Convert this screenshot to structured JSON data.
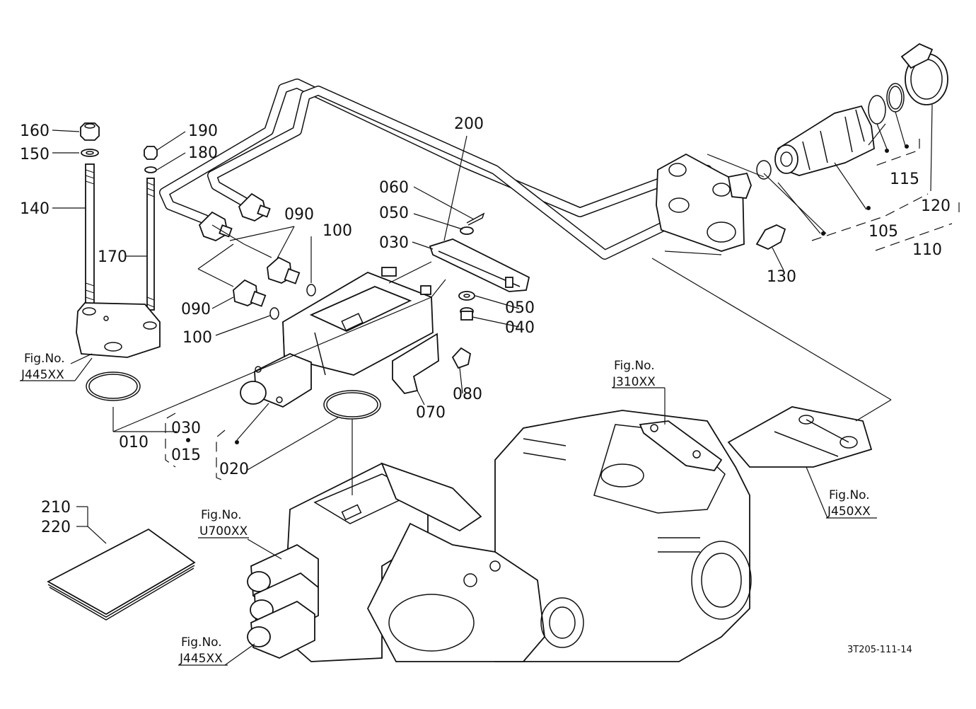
{
  "parts": {
    "p160": "160",
    "p150": "150",
    "p140": "140",
    "p170": "170",
    "p190": "190",
    "p180": "180",
    "p200": "200",
    "p060": "060",
    "p050a": "050",
    "p030a": "030",
    "p090a": "090",
    "p100a": "100",
    "p090b": "090",
    "p100b": "100",
    "p050b": "050",
    "p040": "040",
    "p080": "080",
    "p070": "070",
    "p010": "010",
    "p030b": "030",
    "p015": "015",
    "p020": "020",
    "p130": "130",
    "p105": "105",
    "p110": "110",
    "p115": "115",
    "p120": "120",
    "p210": "210",
    "p220": "220"
  },
  "figrefs": {
    "j445_top": {
      "title": "Fig.No.",
      "code": "J445XX"
    },
    "j310": {
      "title": "Fig.No.",
      "code": "J310XX"
    },
    "j450": {
      "title": "Fig.No.",
      "code": "J450XX"
    },
    "u700": {
      "title": "Fig.No.",
      "code": "U700XX"
    },
    "j445_bottom": {
      "title": "Fig.No.",
      "code": "J445XX"
    }
  },
  "drawing_code": "3T205-111-14"
}
